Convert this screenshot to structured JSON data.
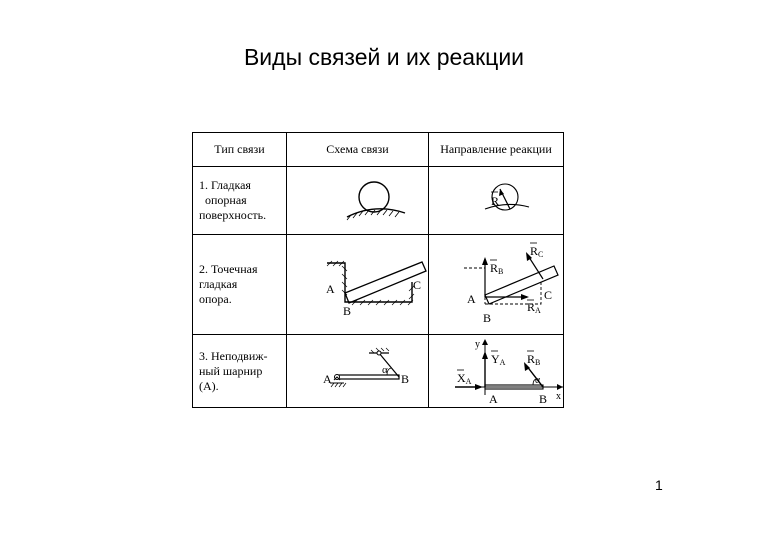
{
  "title": "Виды связей и их реакции",
  "page_number": "1",
  "table": {
    "headers": [
      "Тип связи",
      "Схема связи",
      "Направление реакции"
    ],
    "rows": [
      {
        "type_lines": [
          "1. Гладкая",
          "опорная",
          "поверхность."
        ],
        "reaction_labels": {
          "r": "R"
        }
      },
      {
        "type_lines": [
          "2. Точечная",
          "гладкая",
          "опора."
        ],
        "scheme_labels": {
          "a": "A",
          "b": "B",
          "c": "C"
        },
        "reaction_labels": {
          "rc": "R",
          "rc_sub": "C",
          "rb": "R",
          "rb_sub": "B",
          "ra": "R",
          "ra_sub": "A",
          "a": "A",
          "b": "B",
          "c": "C"
        }
      },
      {
        "type_lines": [
          "3. Неподвиж-",
          "ный шарнир",
          "(А)."
        ],
        "scheme_labels": {
          "a": "A",
          "b": "B",
          "alpha": "α"
        },
        "reaction_labels": {
          "y": "y",
          "x": "x",
          "ya": "Y",
          "ya_sub": "A",
          "xa": "X",
          "xa_sub": "A",
          "rb": "R",
          "rb_sub": "B",
          "a": "A",
          "b": "B",
          "alpha": "α"
        }
      }
    ]
  }
}
